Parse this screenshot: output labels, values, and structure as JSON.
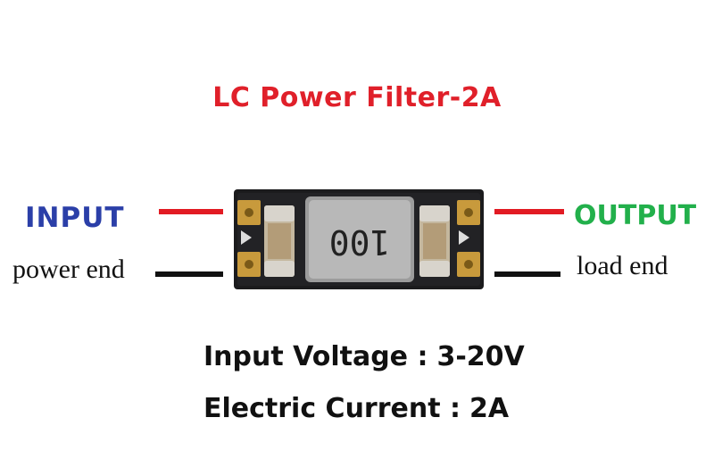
{
  "title": "LC Power Filter-2A",
  "labels": {
    "input": "INPUT",
    "output": "OUTPUT",
    "power_end": "power end",
    "load_end": "load end"
  },
  "inductor_marking": "100",
  "specs": [
    {
      "label": "Input Voltage :",
      "value": "3-20V"
    },
    {
      "label": "Electric Current :",
      "value": "2A"
    }
  ],
  "colors": {
    "title": "#e0202a",
    "input": "#2b3fa8",
    "output": "#22b04b",
    "positive_wire": "#e21b23",
    "negative_wire": "#111111"
  }
}
